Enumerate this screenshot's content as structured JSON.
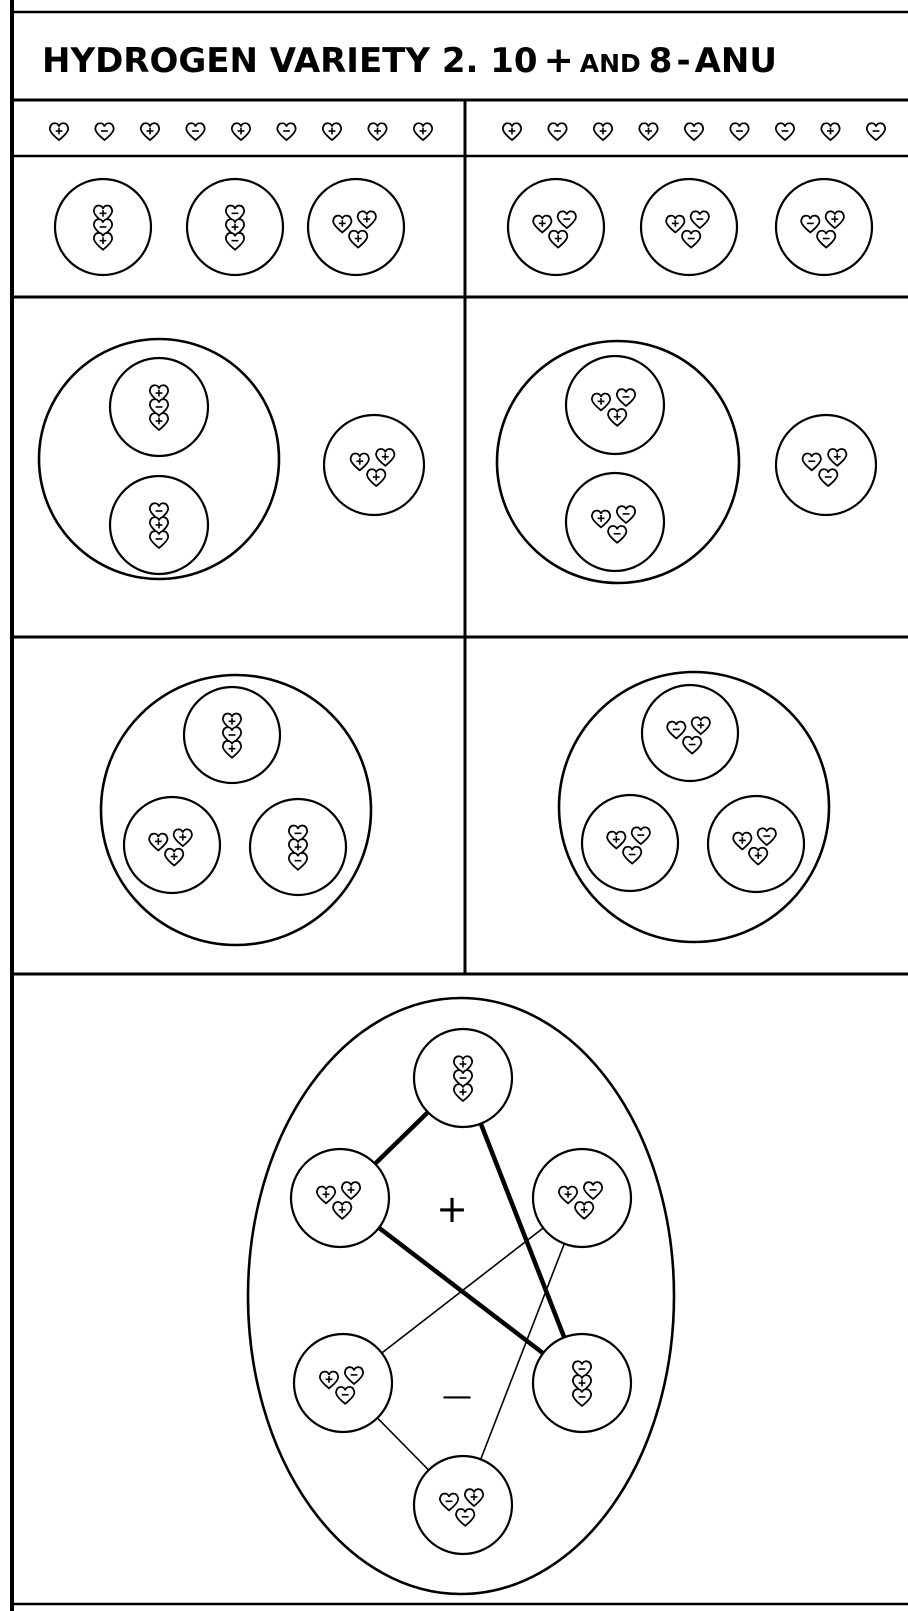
{
  "title": {
    "main": "HYDROGEN  VARIETY 2. 10",
    "plus": "+",
    "and": "AND",
    "eight": "8",
    "minus": "-",
    "anu": "ANU"
  },
  "colors": {
    "ink": "#000000",
    "paper": "#ffffff"
  },
  "rows": {
    "anu_strip": {
      "left": [
        "+",
        "-",
        "+",
        "-",
        "+",
        "-",
        "+",
        "+",
        "+"
      ],
      "right": [
        "+",
        "-",
        "+",
        "+",
        "-",
        "-",
        "-",
        "+",
        "-"
      ]
    },
    "triplets": {
      "left": [
        {
          "arrangement": "column",
          "signs": [
            "+",
            "-",
            "+"
          ]
        },
        {
          "arrangement": "column",
          "signs": [
            "-",
            "+",
            "-"
          ]
        },
        {
          "arrangement": "triangle",
          "signs": [
            "+",
            "+",
            "+"
          ]
        }
      ],
      "right": [
        {
          "arrangement": "triangle",
          "signs": [
            "+",
            "-",
            "+"
          ]
        },
        {
          "arrangement": "triangle",
          "signs": [
            "+",
            "-",
            "-"
          ]
        },
        {
          "arrangement": "triangle",
          "signs": [
            "-",
            "+",
            "-"
          ]
        }
      ]
    }
  },
  "center_signs": {
    "upper": "+",
    "lower": "—"
  }
}
